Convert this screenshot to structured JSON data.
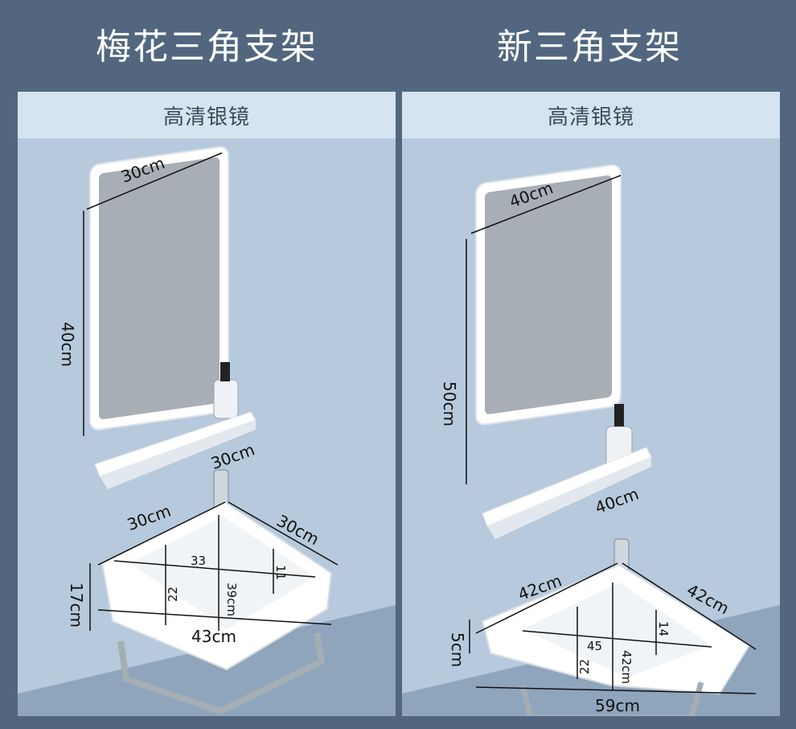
{
  "variants": [
    {
      "title": "梅花三角支架",
      "mirror_type": "高清银镜",
      "dims": {
        "mirror_width": "30cm",
        "mirror_height": "40cm",
        "shelf_length": "30cm",
        "basin_side_a": "30cm",
        "basin_side_b": "30cm",
        "inner_33": "33",
        "inner_22": "22",
        "inner_39": "39cm",
        "inner_11": "11",
        "basin_height": "17cm",
        "basin_width": "43cm"
      }
    },
    {
      "title": "新三角支架",
      "mirror_type": "高清银镜",
      "dims": {
        "mirror_width": "40cm",
        "mirror_height": "50cm",
        "shelf_length": "40cm",
        "basin_side_a": "42cm",
        "basin_side_b": "42cm",
        "inner_45": "45",
        "inner_14": "14",
        "inner_22": "22",
        "inner_42": "42cm",
        "basin_height": "5cm",
        "basin_width": "59cm"
      }
    }
  ]
}
